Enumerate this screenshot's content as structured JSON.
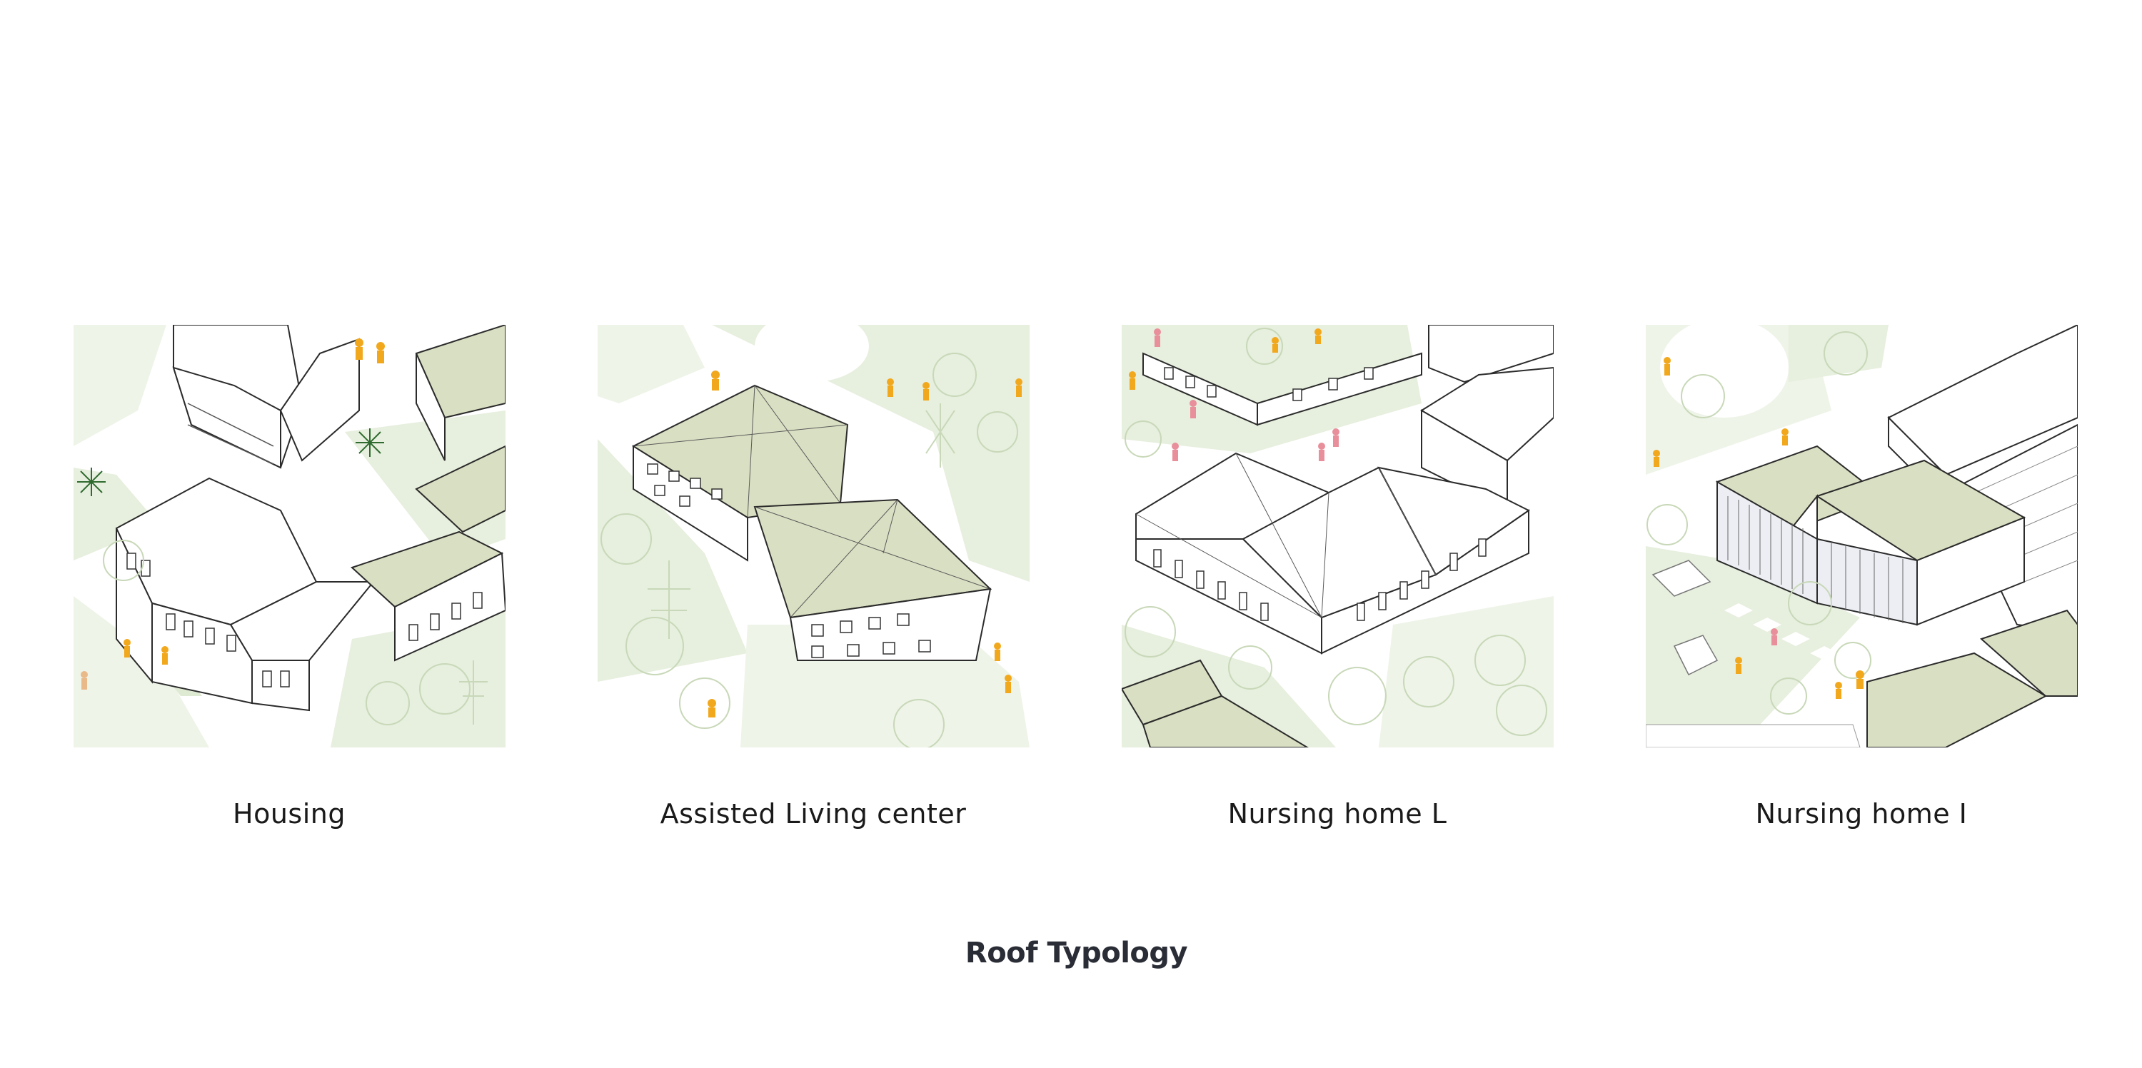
{
  "typologies": [
    {
      "label": "Housing"
    },
    {
      "label": "Assisted Living center"
    },
    {
      "label": "Nursing home L"
    },
    {
      "label": "Nursing home I"
    }
  ],
  "title": "Roof Typology",
  "colors": {
    "green_roof": "#d9dfc2",
    "landscape_green": "#e7efde",
    "people_orange": "#f2a81d",
    "people_pink": "#e88f9b",
    "linework": "#2b2b2b"
  }
}
